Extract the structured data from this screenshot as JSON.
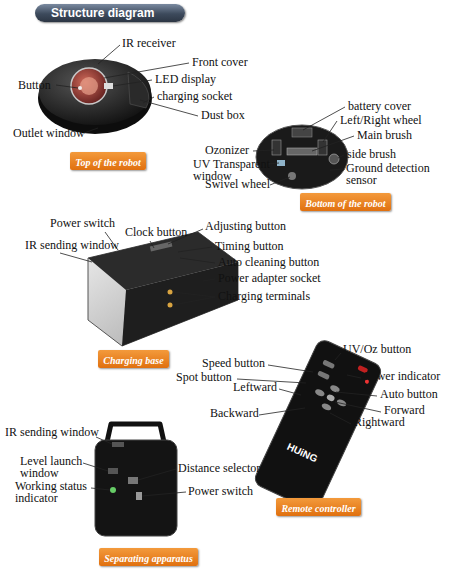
{
  "diagram": {
    "title": "Structure diagram",
    "nodes": [
      {
        "text": [
          "Top of the robot"
        ]
      },
      {
        "text": [
          "Bottom of the robot"
        ]
      },
      {
        "text": [
          "Charging base"
        ]
      },
      {
        "text": [
          "Remote controller"
        ]
      },
      {
        "text": [
          "Separating apparatus"
        ]
      }
    ],
    "labels": [
      "IR receiver",
      "Front cover",
      "Button",
      "LED display",
      "charging socket",
      "Dust box",
      "Outlet window",
      "battery cover",
      "Left/Right wheel",
      "Main brush",
      "Ozonizer",
      "side brush",
      "UV Transparent window",
      "Ground detection sensor",
      "Swivel wheel",
      "Power switch",
      "Clock button",
      "Adjusting button",
      "IR sending window",
      "Timing button",
      "Auto cleaning button",
      "Power adapter socket",
      "Charging terminals",
      "UV/Oz button",
      "Speed button",
      "Power indicator",
      "Spot button",
      "Auto button",
      "Leftward",
      "Forward",
      "Backward",
      "Rightward",
      "HUiNG",
      "IR sending window",
      "Level launch window",
      "Distance selector",
      "Working status indicator",
      "Power switch"
    ]
  }
}
